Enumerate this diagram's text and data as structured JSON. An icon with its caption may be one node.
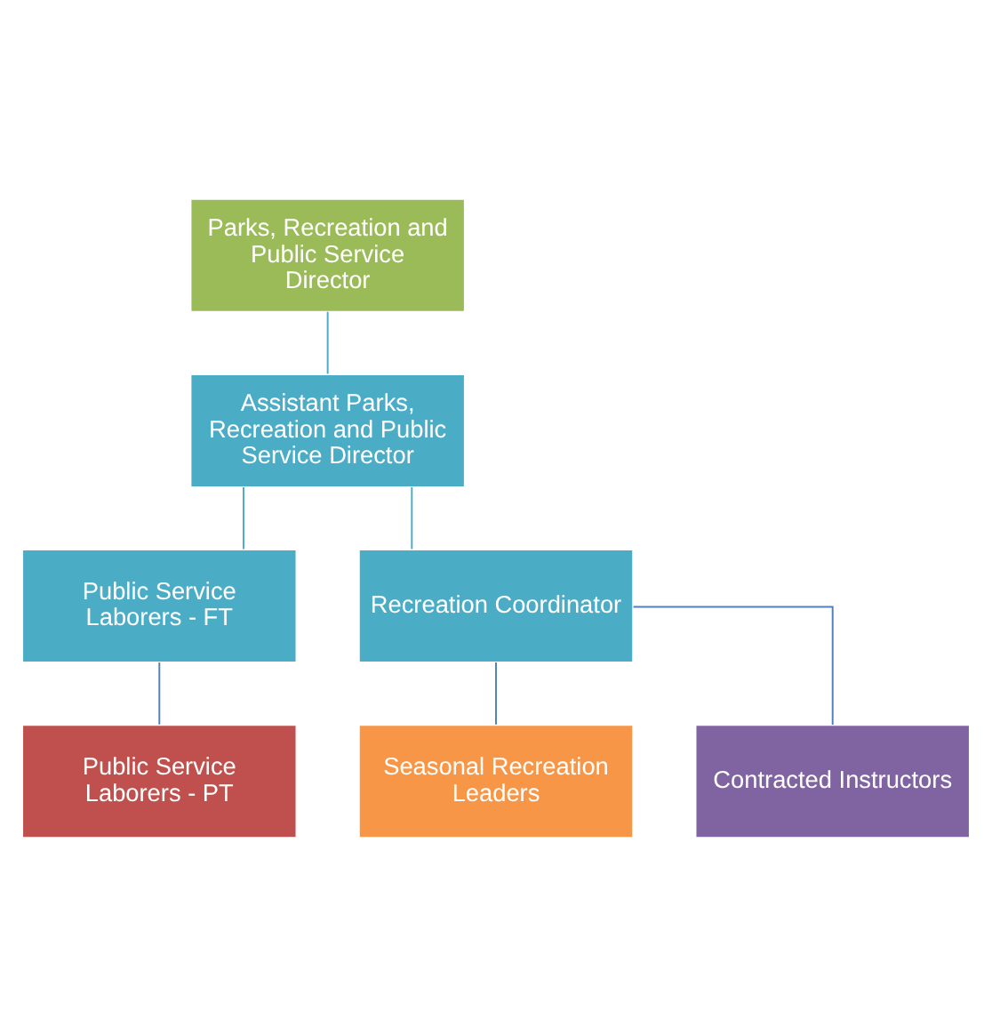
{
  "diagram": {
    "nodes": [
      {
        "text": [
          "Parks, Recreation and Public Service Director"
        ]
      },
      {
        "text": [
          "Assistant Parks, Recreation and Public Service Director"
        ]
      },
      {
        "text": [
          "Public Service Laborers - FT"
        ]
      },
      {
        "text": [
          "Recreation Coordinator"
        ]
      },
      {
        "text": [
          "Public Service Laborers - PT"
        ]
      },
      {
        "text": [
          "Seasonal Recreation Leaders"
        ]
      },
      {
        "text": [
          "Contracted Instructors"
        ]
      }
    ],
    "edges": [
      {
        "from": 0,
        "to": 1,
        "arrow": "none",
        "color": "#4bacc6"
      },
      {
        "from": 1,
        "to": 2,
        "arrow": "none",
        "color": "#4bacc6"
      },
      {
        "from": 1,
        "to": 3,
        "arrow": "none",
        "color": "#4bacc6"
      },
      {
        "from": 2,
        "to": 4,
        "arrow": "none",
        "color": "#4f81bd"
      },
      {
        "from": 3,
        "to": 5,
        "arrow": "none",
        "color": "#4f81bd"
      },
      {
        "from": 3,
        "to": 6,
        "arrow": "none",
        "color": "#4f81bd"
      }
    ]
  }
}
